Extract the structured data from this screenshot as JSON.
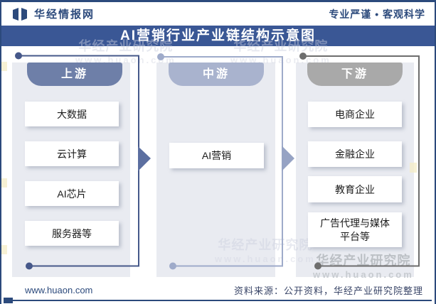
{
  "brand": {
    "name": "华经情报网",
    "slogan": "专业严谨 • 客观科学",
    "logo_icon": "open-book-logo"
  },
  "title": "AI营销行业产业链结构示意图",
  "colors": {
    "primary_blue": "#2c4a7c",
    "title_bar_bg": "#3a5795",
    "panel_bg": "#e9ebf1",
    "upstream_header": "#6e7fa8",
    "upstream_accent": "#46588a",
    "upstream_arrow": "#5c6fa0",
    "midstream_header": "#a9b3ce",
    "midstream_accent": "#9fabca",
    "midstream_arrow": "#96a3c4",
    "downstream_header": "#a9a9a9",
    "downstream_accent": "#6e6e6e"
  },
  "columns": [
    {
      "header": "上游",
      "items": [
        "大数据",
        "云计算",
        "AI芯片",
        "服务器等"
      ]
    },
    {
      "header": "中游",
      "items": [
        "AI营销"
      ]
    },
    {
      "header": "下游",
      "items": [
        "电商企业",
        "金融企业",
        "教育企业",
        "广告代理与媒体平台等"
      ]
    }
  ],
  "watermark": {
    "line1": "华经产业研究院",
    "line2": "www.huaon.com"
  },
  "footer": {
    "site": "www.huaon.com",
    "source": "资料来源：公开资料，华经产业研究院整理"
  }
}
